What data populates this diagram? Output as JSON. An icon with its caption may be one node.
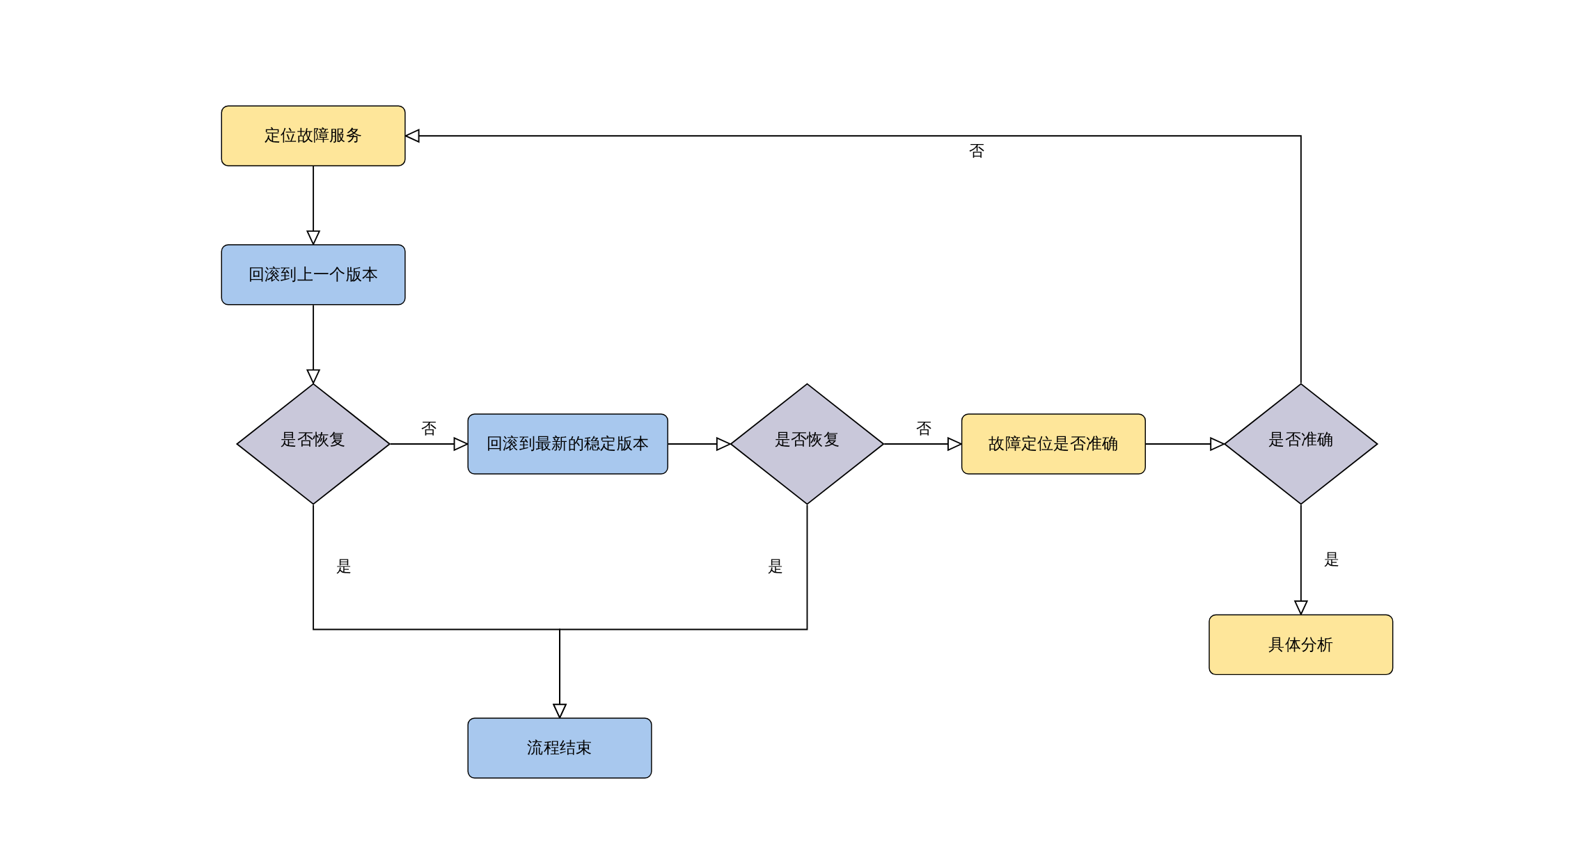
{
  "diagram": {
    "nodes": [
      {
        "text": [
          "定位故障服务"
        ]
      },
      {
        "text": [
          "回滚到上一个版本"
        ]
      },
      {
        "text": [
          "是否恢复"
        ]
      },
      {
        "text": [
          "回滚到最新的稳定版本"
        ]
      },
      {
        "text": [
          "是否恢复"
        ]
      },
      {
        "text": [
          "故障定位是否准确"
        ]
      },
      {
        "text": [
          "是否准确"
        ]
      },
      {
        "text": [
          "具体分析"
        ]
      },
      {
        "text": [
          "流程结束"
        ]
      }
    ],
    "edges": [
      {
        "from": 0,
        "to": 1,
        "arrow": "to"
      },
      {
        "from": 1,
        "to": 2,
        "arrow": "to"
      },
      {
        "from": 2,
        "to": 3,
        "arrow": "to",
        "label": "否"
      },
      {
        "from": 3,
        "to": 4,
        "arrow": "to"
      },
      {
        "from": 4,
        "to": 5,
        "arrow": "to",
        "label": "否"
      },
      {
        "from": 5,
        "to": 6,
        "arrow": "to"
      },
      {
        "from": 6,
        "to": 0,
        "arrow": "to",
        "label": "否"
      },
      {
        "from": 6,
        "to": 7,
        "arrow": "to",
        "label": "是"
      },
      {
        "from": 2,
        "to": 8,
        "arrow": "to",
        "label": "是"
      },
      {
        "from": 4,
        "to": 8,
        "arrow": "to",
        "label": "是"
      }
    ]
  }
}
